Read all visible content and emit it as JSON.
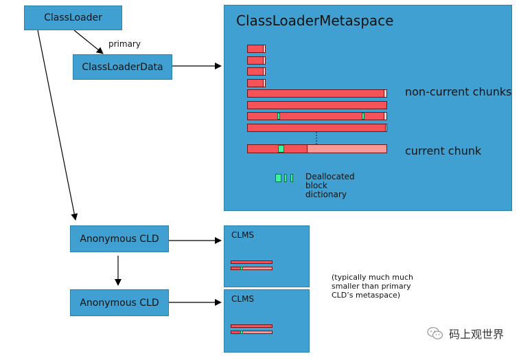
{
  "nodes": {
    "classloader": "ClassLoader",
    "classloaderdata": "ClassLoaderData",
    "anon1": "Anonymous CLD",
    "anon2": "Anonymous CLD"
  },
  "edges": {
    "primary_label": "primary"
  },
  "metaspace": {
    "title": "ClassLoaderMetaspace",
    "noncurrent_label": "non-current chunks",
    "current_label": "current chunk",
    "legend": [
      "Deallocated",
      "block",
      "dictionary"
    ]
  },
  "clms": {
    "title1": "CLMS",
    "title2": "CLMS"
  },
  "note": [
    "(typically much much",
    "smaller than primary",
    "CLD’s metaspace)"
  ],
  "watermark": {
    "text": "码上观世界",
    "icon": "wechat-icon"
  },
  "colors": {
    "box": "#3fa0d1",
    "chunk": "#f65358",
    "chunk_free": "#f99a98",
    "deallocated_block": "#3df59e"
  }
}
